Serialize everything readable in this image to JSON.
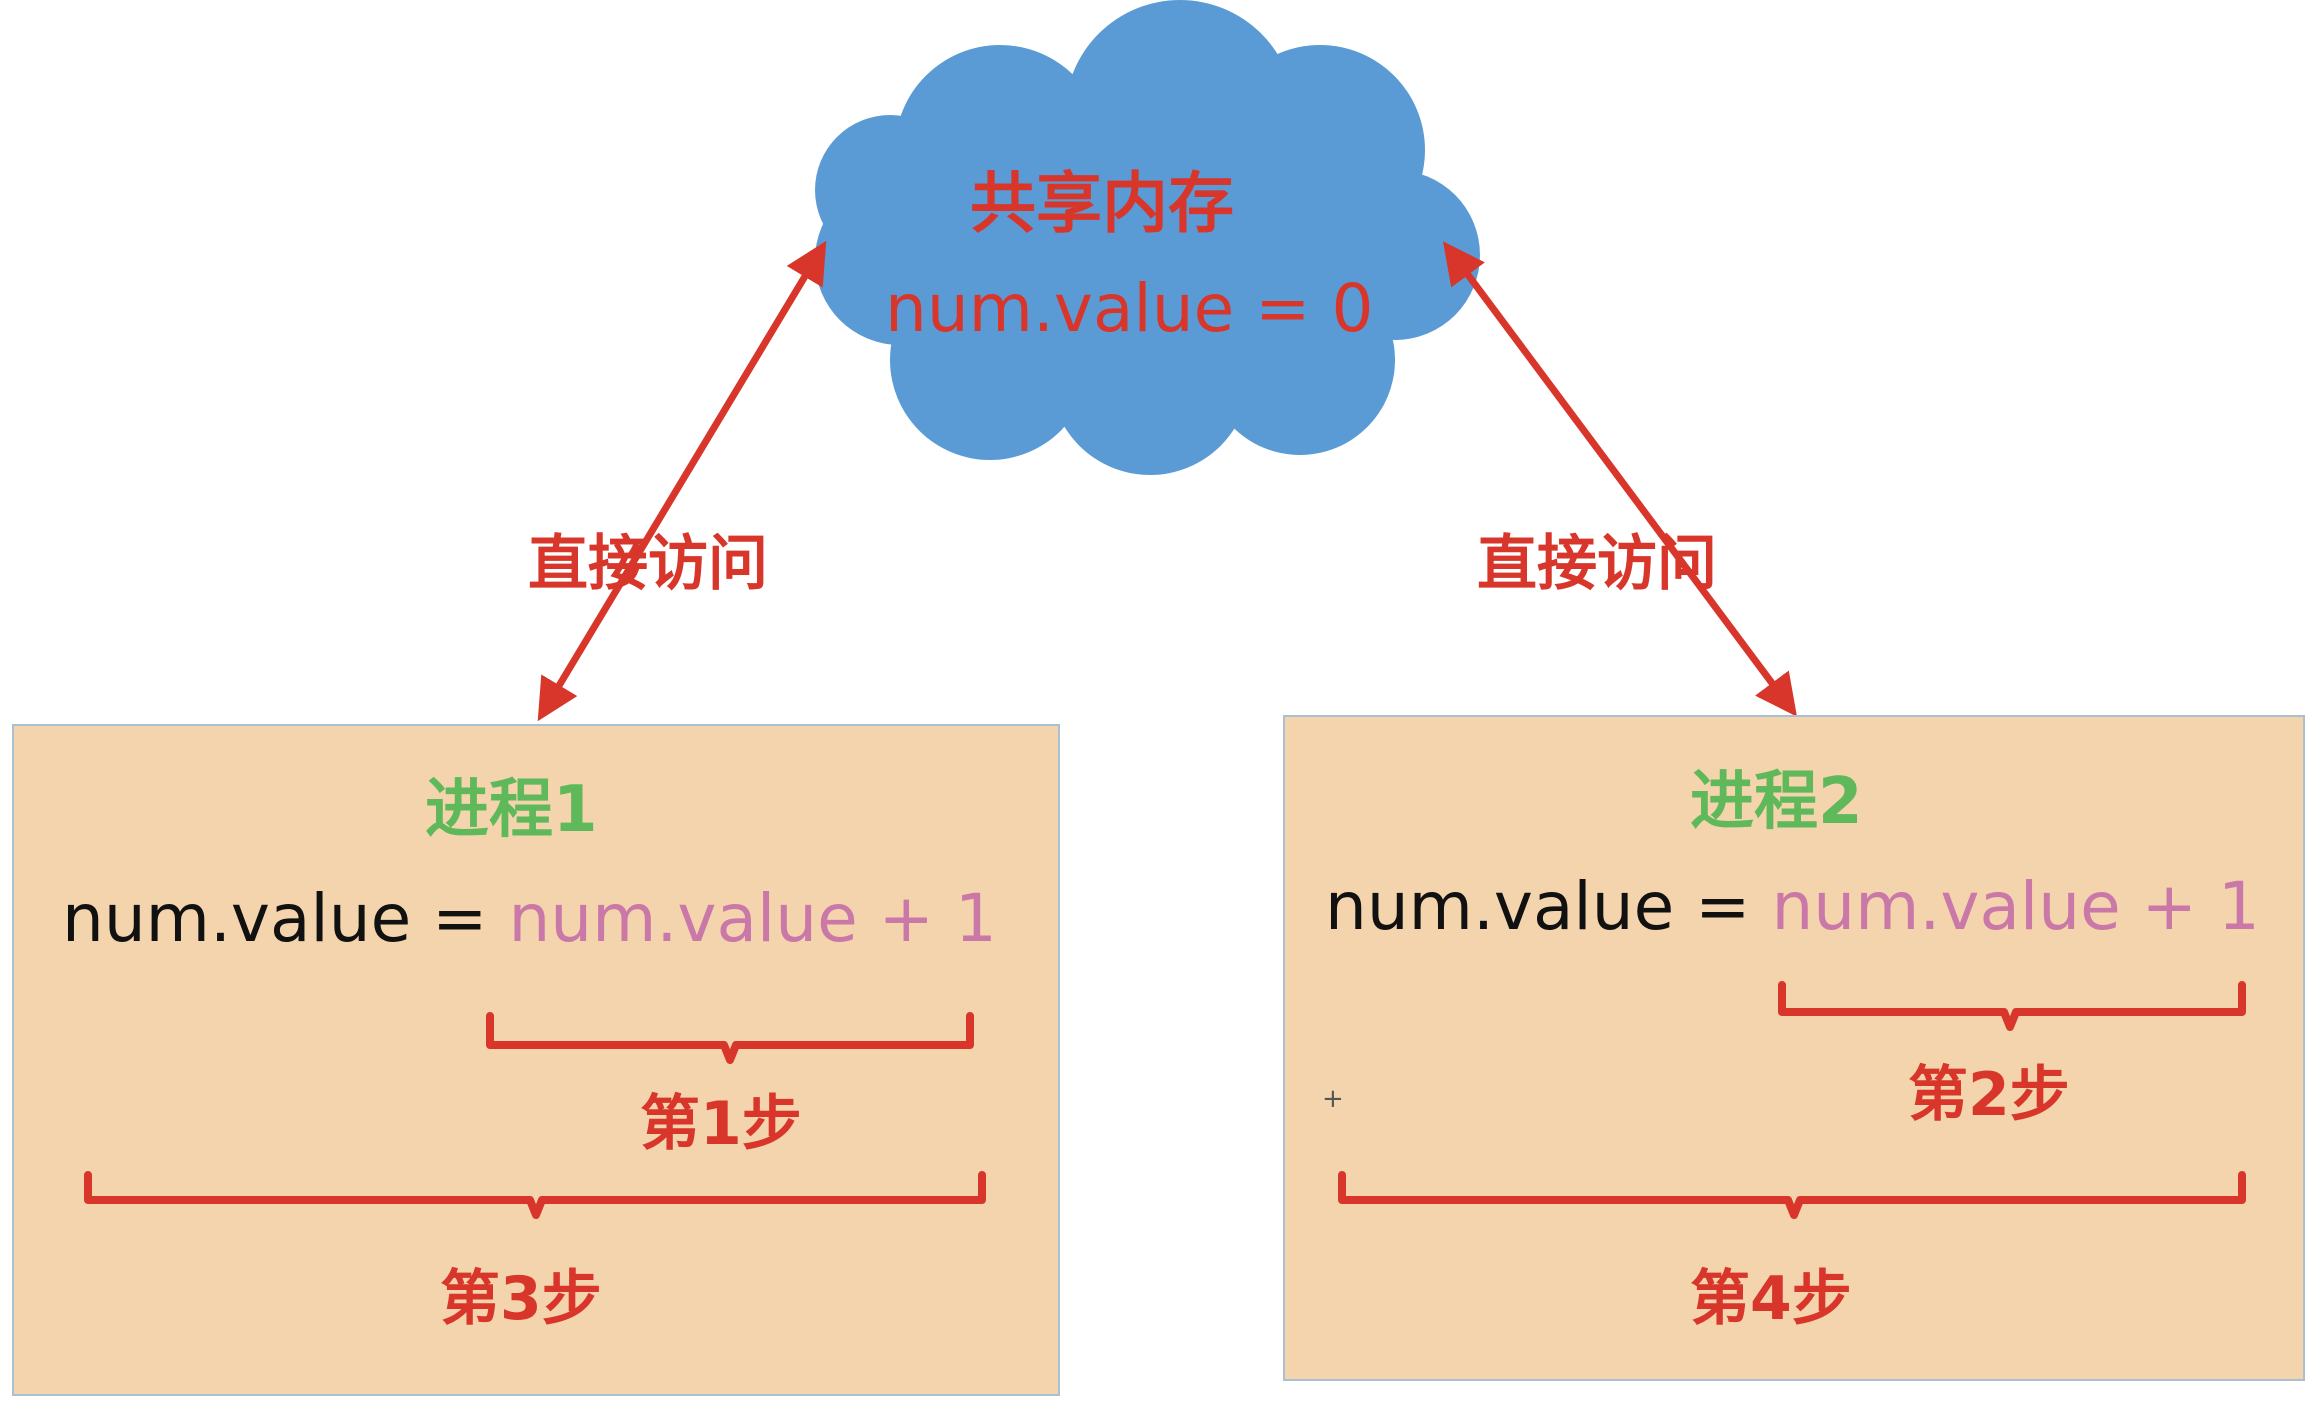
{
  "colors": {
    "cloud": "#5b9bd5",
    "arrow": "#d8362b",
    "process_box": "#f3d4ad",
    "label_red": "#d8362b",
    "label_green": "#5fb85a",
    "code_dark": "#111111",
    "code_purple": "#c978a8"
  },
  "shared_memory": {
    "title": "共享内存",
    "value_text": "num.value = 0"
  },
  "access_labels": [
    "直接访问",
    "直接访问"
  ],
  "processes": [
    {
      "title": "进程1",
      "code_target": "num.value = ",
      "code_expr": "num.value + 1",
      "inner_step": "第1步",
      "outer_step": "第3步"
    },
    {
      "title": "进程2",
      "code_target": "num.value = ",
      "code_expr": "num.value + 1",
      "inner_step": "第2步",
      "outer_step": "第4步"
    }
  ],
  "cursor_glyph": "+"
}
